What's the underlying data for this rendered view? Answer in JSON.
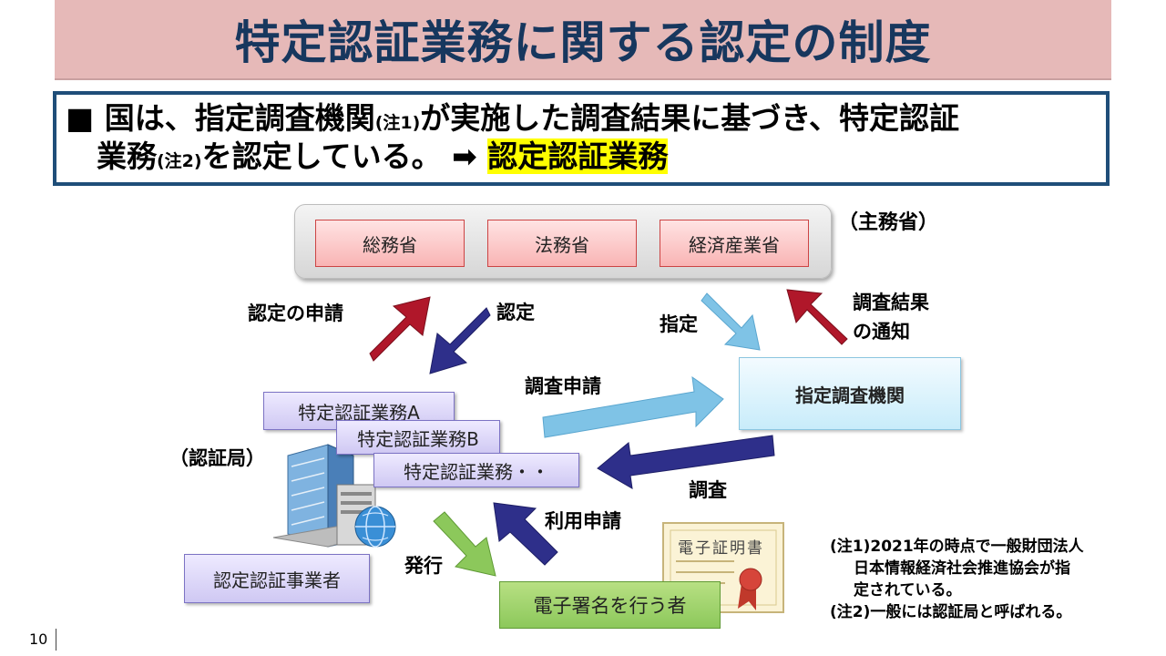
{
  "title": "特定認証業務に関する認定の制度",
  "lead": {
    "bullet": "■",
    "line1_a": "国は、指定調査機関",
    "note1": "(注1)",
    "line1_b": "が実施した調査結果に基づき、特定認証",
    "line2_a": "業務",
    "note2": "(注2)",
    "line2_b": "を認定している。",
    "arrow": "➡",
    "highlight": "認定認証業務"
  },
  "ministries": {
    "label": "（主務省）",
    "items": [
      "総務省",
      "法務省",
      "経済産業省"
    ]
  },
  "labels": {
    "apply_certification": "認定の申請",
    "certify": "認定",
    "designate": "指定",
    "notify_result": [
      "調査結果",
      "の通知"
    ],
    "investigation_request": "調査申請",
    "investigation": "調査",
    "use_request": "利用申請",
    "issue": "発行",
    "ca_label": "（認証局）"
  },
  "agency": "指定調査機関",
  "businesses": [
    "特定認証業務A",
    "特定認証業務B",
    "特定認証業務・・"
  ],
  "operator": "認定認証事業者",
  "signer": "電子署名を行う者",
  "certificate_label": "電子証明書",
  "notes": [
    "(注1)2021年の時点で一般財団法人",
    "日本情報経済社会推進協会が指",
    "定されている。",
    "(注2)一般には認証局と呼ばれる。"
  ],
  "page_number": "10",
  "colors": {
    "title_bg": "#e6b9b8",
    "title_text": "#17375e",
    "box_border": "#1f4e79",
    "arrow_red": "#b0172a",
    "arrow_navy": "#2e2f8a",
    "arrow_lightblue": "#7fc3e6",
    "arrow_green": "#8cc85b",
    "highlight": "#ffff00"
  }
}
